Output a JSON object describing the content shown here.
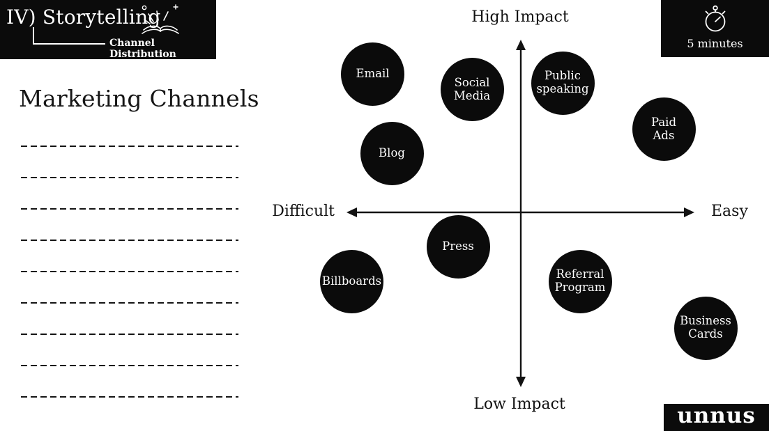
{
  "colors": {
    "ink": "#0b0b0b",
    "paper": "#ffffff",
    "text_on_ink": "#ffffff"
  },
  "header": {
    "step_title": "IV) Storytelling",
    "subtitle": "Channel Distribution",
    "icon": "open-book-sparkles-icon"
  },
  "timer": {
    "icon": "stopwatch-icon",
    "label": "5 minutes"
  },
  "notes": {
    "title": "Marketing Channels",
    "line_count": 9
  },
  "logo": {
    "text": "unnus"
  },
  "chart_data": {
    "type": "scatter",
    "variant": "quadrant-bubble-matrix",
    "title": "Channel Distribution",
    "axis_labels": {
      "top": "High Impact",
      "bottom": "Low Impact",
      "left": "Difficult",
      "right": "Easy"
    },
    "x_axis": {
      "label_negative": "Difficult",
      "label_positive": "Easy",
      "range": [
        -1,
        1
      ]
    },
    "y_axis": {
      "label_negative": "Low Impact",
      "label_positive": "High Impact",
      "range": [
        -1,
        1
      ]
    },
    "points": [
      {
        "label": "Email",
        "lines": [
          "Email"
        ],
        "ease": -0.85,
        "impact": 0.8
      },
      {
        "label": "Social Media",
        "lines": [
          "Social",
          "Media"
        ],
        "ease": -0.28,
        "impact": 0.71
      },
      {
        "label": "Public speaking",
        "lines": [
          "Public",
          "speaking"
        ],
        "ease": 0.24,
        "impact": 0.75
      },
      {
        "label": "Paid Ads",
        "lines": [
          "Paid",
          "Ads"
        ],
        "ease": 0.82,
        "impact": 0.48
      },
      {
        "label": "Blog",
        "lines": [
          "Blog"
        ],
        "ease": -0.74,
        "impact": 0.34
      },
      {
        "label": "Press",
        "lines": [
          "Press"
        ],
        "ease": -0.36,
        "impact": -0.2
      },
      {
        "label": "Billboards",
        "lines": [
          "Billboards"
        ],
        "ease": -0.97,
        "impact": -0.4
      },
      {
        "label": "Referral Program",
        "lines": [
          "Referral",
          "Program"
        ],
        "ease": 0.34,
        "impact": -0.4
      },
      {
        "label": "Business Cards",
        "lines": [
          "Business",
          "Cards"
        ],
        "ease": 1.06,
        "impact": -0.67
      }
    ]
  }
}
